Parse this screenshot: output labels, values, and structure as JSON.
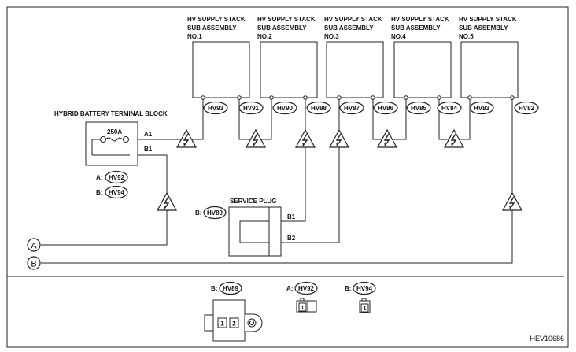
{
  "modules": [
    {
      "title": [
        "HV SUPPLY STACK",
        "SUB ASSEMBLY",
        "NO.1"
      ],
      "left": "HV93",
      "right": "HV91"
    },
    {
      "title": [
        "HV SUPPLY STACK",
        "SUB ASSEMBLY",
        "NO.2"
      ],
      "left": "HV90",
      "right": "HV88"
    },
    {
      "title": [
        "HV SUPPLY STACK",
        "SUB ASSEMBLY",
        "NO.3"
      ],
      "left": "HV87",
      "right": "HV86"
    },
    {
      "title": [
        "HV SUPPLY STACK",
        "SUB ASSEMBLY",
        "NO.4"
      ],
      "left": "HV85",
      "right": "HV84"
    },
    {
      "title": [
        "HV SUPPLY STACK",
        "SUB ASSEMBLY",
        "NO.5"
      ],
      "left": "HV83",
      "right": "HV82"
    }
  ],
  "terminal_block": {
    "title": "HYBRID BATTERY TERMINAL BLOCK",
    "fuse": "250A",
    "pin_a1": "A1",
    "pin_b1": "B1",
    "conn_a_prefix": "A:",
    "conn_a": "HV92",
    "conn_b_prefix": "B:",
    "conn_b": "HV94"
  },
  "service_plug": {
    "title": "SERVICE  PLUG",
    "conn_prefix": "B:",
    "conn": "HV89",
    "pin_b1": "B1",
    "pin_b2": "B2"
  },
  "ground_refs": [
    "A",
    "B"
  ],
  "connector_views": [
    {
      "prefix": "B:",
      "name": "HV89",
      "pins": [
        "1",
        "2"
      ]
    },
    {
      "prefix": "A:",
      "name": "HV92",
      "pins": [
        "1"
      ]
    },
    {
      "prefix": "B:",
      "name": "HV94",
      "pins": [
        "1"
      ]
    }
  ],
  "figure_id": "HEV10686"
}
